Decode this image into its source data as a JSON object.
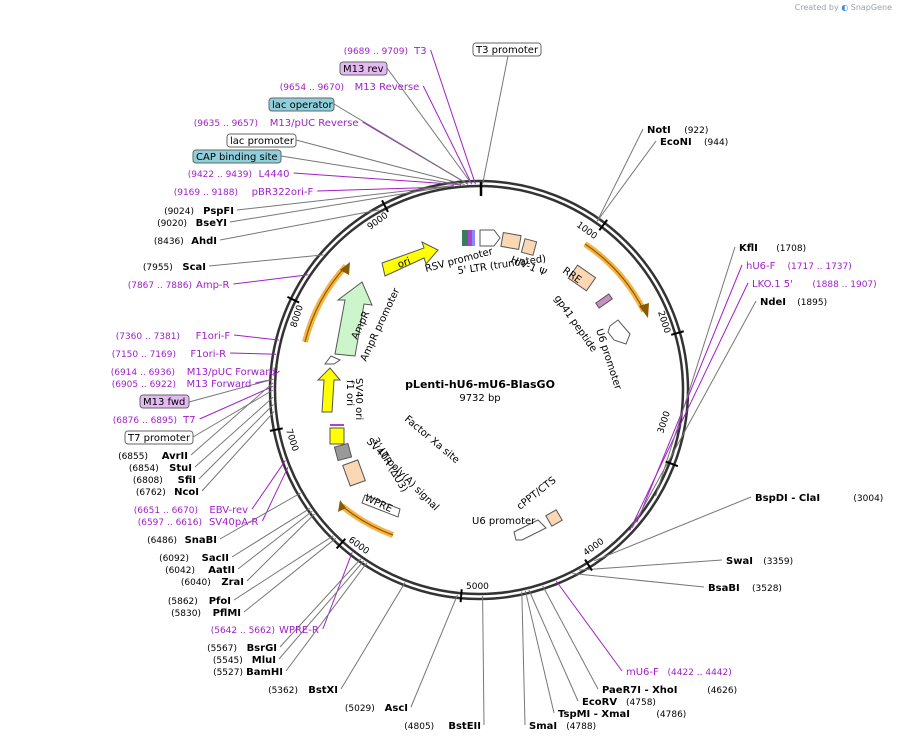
{
  "credit": {
    "prefix": "Created by",
    "brand": "SnapGene"
  },
  "plasmid": {
    "name": "pLenti-hU6-mU6-BlasGO",
    "size_label": "9732 bp"
  },
  "ticks": [
    "1000",
    "2000",
    "3000",
    "4000",
    "5000",
    "6000",
    "7000",
    "8000",
    "9000"
  ],
  "boxed_labels": [
    {
      "text": "T3 promoter",
      "kind": "white"
    },
    {
      "text": "M13 rev",
      "kind": "purple"
    },
    {
      "text": "lac operator",
      "kind": "teal"
    },
    {
      "text": "lac promoter",
      "kind": "white"
    },
    {
      "text": "CAP binding site",
      "kind": "teal"
    },
    {
      "text": "M13 fwd",
      "kind": "purple"
    },
    {
      "text": "T7 promoter",
      "kind": "white"
    }
  ],
  "primers": [
    {
      "pos": "(9689 .. 9709)",
      "name": "T3"
    },
    {
      "pos": "(9654 .. 9670)",
      "name": "M13 Reverse"
    },
    {
      "pos": "(9635 .. 9657)",
      "name": "M13/pUC Reverse"
    },
    {
      "pos": "(9422 .. 9439)",
      "name": "L4440"
    },
    {
      "pos": "(9169 .. 9188)",
      "name": "pBR322ori-F"
    },
    {
      "pos": "(7867 .. 7886)",
      "name": "Amp-R"
    },
    {
      "pos": "(7360 .. 7381)",
      "name": "F1ori-F"
    },
    {
      "pos": "(7150 .. 7169)",
      "name": "F1ori-R"
    },
    {
      "pos": "(6914 .. 6936)",
      "name": "M13/pUC Forward"
    },
    {
      "pos": "(6905 .. 6922)",
      "name": "M13 Forward"
    },
    {
      "pos": "(6876 .. 6895)",
      "name": "T7"
    },
    {
      "pos": "(6651 .. 6670)",
      "name": "EBV-rev"
    },
    {
      "pos": "(6597 .. 6616)",
      "name": "SV40pA-R"
    },
    {
      "pos": "(5642 .. 5662)",
      "name": "WPRE-R"
    },
    {
      "pos": "(1717 .. 1737)",
      "name": "hU6-F"
    },
    {
      "pos": "(1888 .. 1907)",
      "name": "LKO.1 5'"
    },
    {
      "pos": "(4422 .. 4442)",
      "name": "mU6-F"
    }
  ],
  "enzymes_left": [
    {
      "pos": "(9024)",
      "name": "PspFI"
    },
    {
      "pos": "(9020)",
      "name": "BseYI"
    },
    {
      "pos": "(8436)",
      "name": "AhdI"
    },
    {
      "pos": "(7955)",
      "name": "ScaI"
    },
    {
      "pos": "(6855)",
      "name": "AvrII"
    },
    {
      "pos": "(6854)",
      "name": "StuI"
    },
    {
      "pos": "(6808)",
      "name": "SfiI"
    },
    {
      "pos": "(6762)",
      "name": "NcoI"
    },
    {
      "pos": "(6486)",
      "name": "SnaBI"
    },
    {
      "pos": "(6092)",
      "name": "SacII"
    },
    {
      "pos": "(6042)",
      "name": "AatII"
    },
    {
      "pos": "(6040)",
      "name": "ZraI"
    },
    {
      "pos": "(5862)",
      "name": "PfoI"
    },
    {
      "pos": "(5830)",
      "name": "PflMI"
    },
    {
      "pos": "(5567)",
      "name": "BsrGI"
    },
    {
      "pos": "(5545)",
      "name": "MluI"
    },
    {
      "pos": "(5527)",
      "name": "BamHI"
    },
    {
      "pos": "(5362)",
      "name": "BstXI"
    },
    {
      "pos": "(5029)",
      "name": "AscI"
    },
    {
      "pos": "(4805)",
      "name": "BstEII"
    }
  ],
  "enzymes_right": [
    {
      "name": "NotI",
      "pos": "(922)"
    },
    {
      "name": "EcoNI",
      "pos": "(944)"
    },
    {
      "name": "KflI",
      "pos": "(1708)"
    },
    {
      "name": "NdeI",
      "pos": "(1895)"
    },
    {
      "name": "BspDI  - ClaI",
      "pos": "(3004)"
    },
    {
      "name": "SwaI",
      "pos": "(3359)"
    },
    {
      "name": "BsaBI",
      "pos": "(3528)"
    },
    {
      "name": "PaeR7I  - XhoI",
      "pos": "(4626)"
    },
    {
      "name": "EcoRV",
      "pos": "(4758)"
    },
    {
      "name": "TspMI  - XmaI",
      "pos": "(4786)"
    },
    {
      "name": "SmaI",
      "pos": "(4788)"
    }
  ],
  "features": [
    "RSV promoter",
    "5' LTR (truncated)",
    "HIV-1 Ψ",
    "RRE",
    "gp41 peptide",
    "U6 promoter",
    "cPPT/CTS",
    "U6 promoter",
    "WPRE",
    "3' LTR (ΔU3)",
    "SV40 poly(A) signal",
    "Factor Xa site",
    "SV40 ori",
    "f1 ori",
    "AmpR promoter",
    "AmpR",
    "ori"
  ],
  "colors": {
    "primer": "#a020c8",
    "ori": "#ffff00",
    "ampr": "#ccf5cc",
    "orange": "#f5a623",
    "box_purple": "#e3b9f2",
    "box_teal": "#8ecfdc"
  }
}
